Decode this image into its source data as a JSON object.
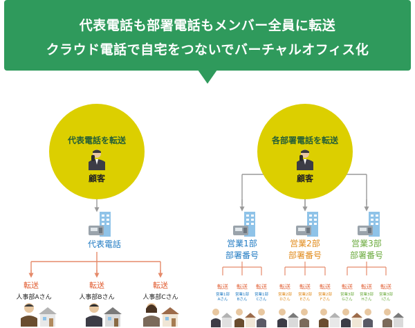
{
  "banner": {
    "line1": "代表電話も部署電話もメンバー全員に転送",
    "line2": "クラウド電話で自宅をつないでバーチャルオフィス化"
  },
  "left_circle": {
    "title": "代表電話を転送",
    "customer": "顧客"
  },
  "right_circle": {
    "title": "各部署電話を転送",
    "customer": "顧客"
  },
  "main_phone": "代表電話",
  "departments": [
    {
      "line1": "営業1部",
      "line2": "部署番号"
    },
    {
      "line1": "営業2部",
      "line2": "部署番号"
    },
    {
      "line1": "営業3部",
      "line2": "部署番号"
    }
  ],
  "left_transfers": [
    {
      "label": "転送",
      "person": "人事部Aさん"
    },
    {
      "label": "転送",
      "person": "人事部Bさん"
    },
    {
      "label": "転送",
      "person": "人事部Cさん"
    }
  ],
  "right_transfers": [
    {
      "label": "転送",
      "line1": "営業1部",
      "line2": "Aさん"
    },
    {
      "label": "転送",
      "line1": "営業1部",
      "line2": "Bさん"
    },
    {
      "label": "転送",
      "line1": "営業1部",
      "line2": "Cさん"
    },
    {
      "label": "転送",
      "line1": "営業2部",
      "line2": "Dさん"
    },
    {
      "label": "転送",
      "line1": "営業2部",
      "line2": "Eさん"
    },
    {
      "label": "転送",
      "line1": "営業2部",
      "line2": "Fさん"
    },
    {
      "label": "転送",
      "line1": "営業3部",
      "line2": "Gさん"
    },
    {
      "label": "転送",
      "line1": "営業3部",
      "line2": "Hさん"
    },
    {
      "label": "転送",
      "line1": "営業3部",
      "line2": "Iさん"
    }
  ],
  "colors": {
    "banner": "#2f9a5c",
    "circle": "#dccf00",
    "blue": "#1f7ac2",
    "orange": "#e08a1a",
    "green": "#6aaa3c",
    "transfer": "#e05a2e"
  }
}
